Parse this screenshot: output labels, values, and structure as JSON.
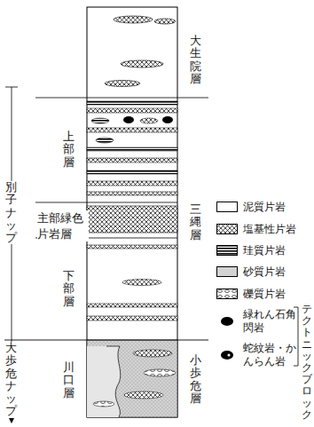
{
  "diagram": {
    "labels": [
      "大生院層",
      "三縄層",
      "小歩危層",
      "別子ナップ",
      "大歩危ナップ",
      "上部層",
      "主部緑色片岩層",
      "下部層",
      "川口層",
      "テクトニックブロック"
    ],
    "legend": [
      {
        "text": "泥質片岩",
        "color": "#ffffff"
      },
      {
        "text": "塩基性片岩"
      },
      {
        "text": "珪質片岩"
      },
      {
        "text": "砂質片岩",
        "color": "#d3d3d3"
      },
      {
        "text": "礫質片岩"
      },
      {
        "text": "緑れん石角閃岩"
      },
      {
        "text": "蛇紋岩・かんらん岩"
      }
    ]
  }
}
